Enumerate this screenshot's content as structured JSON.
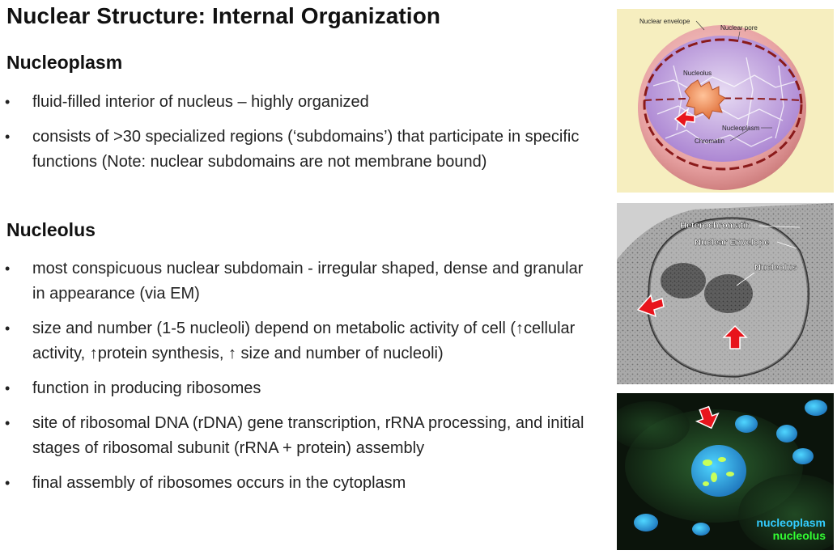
{
  "slide": {
    "title": "Nuclear Structure: Internal Organization"
  },
  "nucleoplasm": {
    "heading": "Nucleoplasm",
    "bullets": [
      "fluid-filled interior of nucleus – highly organized",
      "consists of >30 specialized regions (‘subdomains’) that participate in specific functions  (Note: nuclear subdomains are not membrane bound)"
    ]
  },
  "nucleolus": {
    "heading": "Nucleolus",
    "bullets": [
      "most conspicuous nuclear subdomain - irregular shaped, dense and granular in appearance (via EM)",
      "size and number (1-5 nucleoli) depend on metabolic activity of cell (↑cellular activity, ↑protein synthesis, ↑ size and number of nucleoli)",
      "function in producing ribosomes",
      "site of ribosomal DNA (rDNA) gene transcription, rRNA processing, and initial stages of ribosomal subunit (rRNA + protein) assembly",
      "final assembly of ribosomes occurs in the cytoplasm"
    ]
  },
  "figures": {
    "diagram": {
      "labels": {
        "envelope": "Nuclear envelope",
        "pore": "Nuclear pore",
        "nucleolus": "Nucleolus",
        "nucleoplasm": "Nucleoplasm",
        "chromatin": "Chromatin"
      }
    },
    "em": {
      "labels": {
        "heterochromatin": "Heterochromatin",
        "envelope": "Nuclear Envelope",
        "nucleolus": "Nucleolus"
      }
    },
    "fluorescence": {
      "legend": {
        "nucleoplasm": "nucleoplasm",
        "nucleolus": "nucleolus"
      },
      "colors": {
        "nucleoplasm": "#33ccff",
        "nucleolus": "#33ff33"
      }
    }
  },
  "colors": {
    "arrow": "#e8141c",
    "diagram_bg": "#f6eebf"
  }
}
